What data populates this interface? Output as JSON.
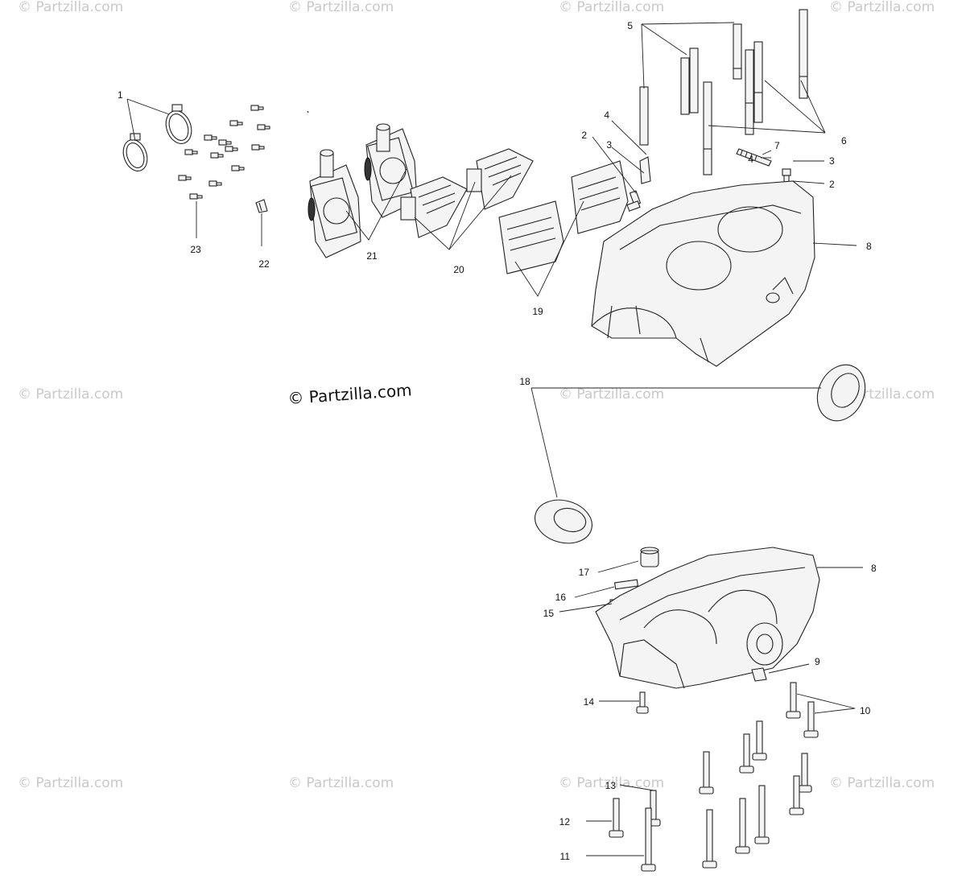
{
  "watermarks": {
    "main": "© Partzilla.com",
    "faint": "© Partzilla.com"
  },
  "callouts": {
    "c1": "1",
    "c2a": "2",
    "c2b": "2",
    "c3a": "3",
    "c3b": "3",
    "c4a": "4",
    "c4b": "4",
    "c5": "5",
    "c6": "6",
    "c7": "7",
    "c8a": "8",
    "c8b": "8",
    "c9": "9",
    "c10": "10",
    "c11": "11",
    "c12": "12",
    "c13": "13",
    "c14": "14",
    "c15": "15",
    "c16": "16",
    "c17": "17",
    "c18": "18",
    "c19": "19",
    "c20": "20",
    "c21": "21",
    "c22": "22",
    "c23": "23"
  }
}
